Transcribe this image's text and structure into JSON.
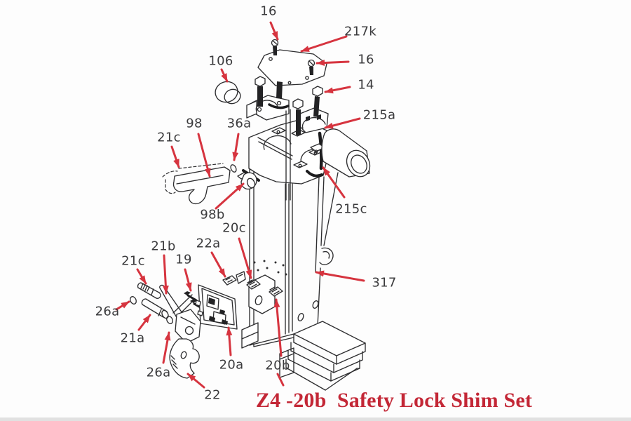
{
  "title": {
    "text": "Z4 -20b  Safety Lock Shim Set"
  },
  "colors": {
    "arrow_red": "#d6343f",
    "title_red": "#c32736",
    "label_gray": "#3b3b3d",
    "line_gray": "#2e2e30",
    "background": "#fdfdfd"
  },
  "callouts": [
    {
      "id": "16-top",
      "label": "16"
    },
    {
      "id": "217k",
      "label": "217k"
    },
    {
      "id": "16-right",
      "label": "16"
    },
    {
      "id": "14",
      "label": "14"
    },
    {
      "id": "215a",
      "label": "215a"
    },
    {
      "id": "106",
      "label": "106"
    },
    {
      "id": "21c-upper",
      "label": "21c"
    },
    {
      "id": "98",
      "label": "98"
    },
    {
      "id": "36a",
      "label": "36a"
    },
    {
      "id": "98b",
      "label": "98b"
    },
    {
      "id": "215c",
      "label": "215c"
    },
    {
      "id": "317",
      "label": "317"
    },
    {
      "id": "20c",
      "label": "20c"
    },
    {
      "id": "22a",
      "label": "22a"
    },
    {
      "id": "21b",
      "label": "21b"
    },
    {
      "id": "21c-lower",
      "label": "21c"
    },
    {
      "id": "19",
      "label": "19"
    },
    {
      "id": "26a-upper",
      "label": "26a"
    },
    {
      "id": "21a",
      "label": "21a"
    },
    {
      "id": "26a-lower",
      "label": "26a"
    },
    {
      "id": "20a",
      "label": "20a"
    },
    {
      "id": "20b",
      "label": "20b"
    },
    {
      "id": "22",
      "label": "22"
    }
  ]
}
